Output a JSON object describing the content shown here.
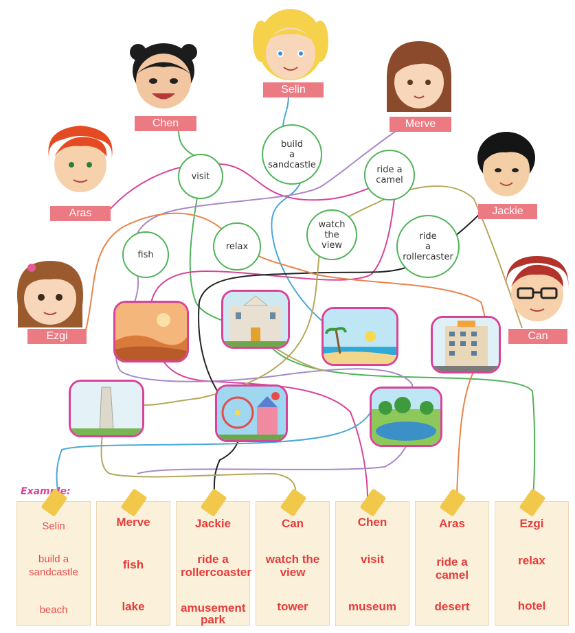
{
  "people": [
    {
      "name": "Selin"
    },
    {
      "name": "Chen"
    },
    {
      "name": "Merve"
    },
    {
      "name": "Aras"
    },
    {
      "name": "Jackie"
    },
    {
      "name": "Ezgi"
    },
    {
      "name": "Can"
    }
  ],
  "activities": [
    "build\na\nsandcastle",
    "visit",
    "ride a\ncamel",
    "watch\nthe\nview",
    "ride\na\nrollercaster",
    "fish",
    "relax"
  ],
  "example_label": "Example:",
  "cards": [
    {
      "name": "Selin",
      "activity": "build a\nsandcastle",
      "place": "beach"
    },
    {
      "name": "Merve",
      "activity": "fish",
      "place": "lake"
    },
    {
      "name": "Jackie",
      "activity": "ride a\nrollercoaster",
      "place": "amusement\npark"
    },
    {
      "name": "Can",
      "activity": "watch the\nview",
      "place": "tower"
    },
    {
      "name": "Chen",
      "activity": "visit",
      "place": "museum"
    },
    {
      "name": "Aras",
      "activity": "ride a\ncamel",
      "place": "desert"
    },
    {
      "name": "Ezgi",
      "activity": "relax",
      "place": "hotel"
    }
  ]
}
